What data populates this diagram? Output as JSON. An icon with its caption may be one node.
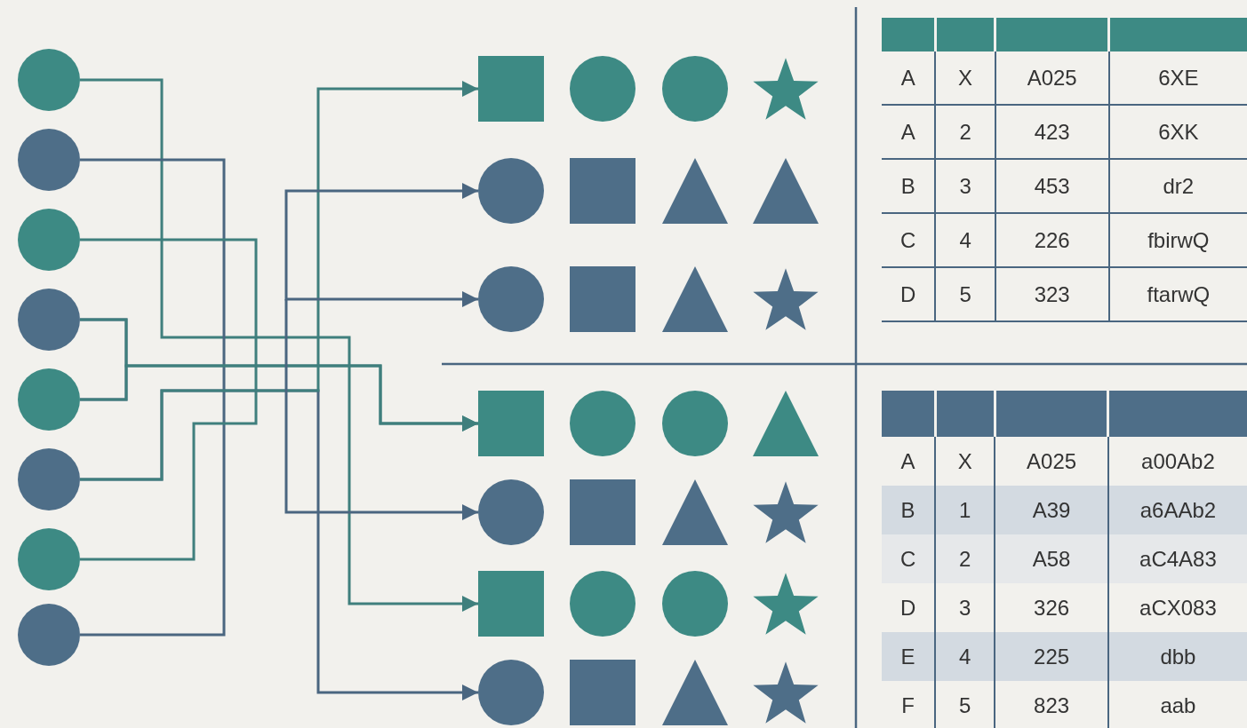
{
  "diagram": {
    "nodes": [
      {
        "text": [],
        "shape": "circle"
      },
      {
        "text": [],
        "shape": "circle"
      },
      {
        "text": [],
        "shape": "circle"
      },
      {
        "text": [],
        "shape": "circle"
      },
      {
        "text": [],
        "shape": "circle"
      },
      {
        "text": [],
        "shape": "circle"
      },
      {
        "text": [],
        "shape": "circle"
      },
      {
        "text": [],
        "shape": "circle"
      },
      {
        "text": [],
        "shape": "box"
      },
      {
        "text": [],
        "shape": "circle"
      },
      {
        "text": [],
        "shape": "circle"
      },
      {
        "text": [],
        "shape": "star"
      },
      {
        "text": [],
        "shape": "circle"
      },
      {
        "text": [],
        "shape": "box"
      },
      {
        "text": [],
        "shape": "triangle"
      },
      {
        "text": [],
        "shape": "triangle"
      },
      {
        "text": [],
        "shape": "circle"
      },
      {
        "text": [],
        "shape": "box"
      },
      {
        "text": [],
        "shape": "triangle"
      },
      {
        "text": [],
        "shape": "star"
      },
      {
        "text": [],
        "shape": "box"
      },
      {
        "text": [],
        "shape": "circle"
      },
      {
        "text": [],
        "shape": "circle"
      },
      {
        "text": [],
        "shape": "triangle"
      },
      {
        "text": [],
        "shape": "circle"
      },
      {
        "text": [],
        "shape": "box"
      },
      {
        "text": [],
        "shape": "triangle"
      },
      {
        "text": [],
        "shape": "star"
      },
      {
        "text": [],
        "shape": "box"
      },
      {
        "text": [],
        "shape": "circle"
      },
      {
        "text": [],
        "shape": "circle"
      },
      {
        "text": [],
        "shape": "star"
      },
      {
        "text": [],
        "shape": "circle"
      },
      {
        "text": [],
        "shape": "box"
      },
      {
        "text": [],
        "shape": "triangle"
      },
      {
        "text": [],
        "shape": "star"
      }
    ],
    "edges": [
      {
        "from": 0,
        "to": 28,
        "arrow": "to"
      },
      {
        "from": 1,
        "to": 7,
        "arrow": "none",
        "color": "#4a6680"
      },
      {
        "from": 2,
        "to": 6,
        "arrow": "none"
      },
      {
        "from": 3,
        "to": 4,
        "arrow": "none",
        "color": "#4a6680"
      },
      {
        "from": 3,
        "to": 20,
        "arrow": "to"
      },
      {
        "from": 4,
        "to": 20,
        "arrow": "to"
      },
      {
        "from": 5,
        "to": 32,
        "arrow": "to",
        "color": "#4a6680"
      },
      {
        "from": 5,
        "to": 8,
        "arrow": "to"
      },
      {
        "from": null,
        "to": 12,
        "arrow": "to",
        "color": "#4a6680"
      },
      {
        "from": null,
        "to": 16,
        "arrow": "to",
        "color": "#4a6680"
      },
      {
        "from": null,
        "to": 24,
        "arrow": "to",
        "color": "#4a6680"
      }
    ],
    "labels": [
      "A",
      "X",
      "A025",
      "6XE",
      "A",
      "2",
      "423",
      "6XK",
      "B",
      "3",
      "453",
      "dr2",
      "C",
      "4",
      "226",
      "fbirwQ",
      "D",
      "5",
      "323",
      "ftarwQ",
      "A",
      "X",
      "A025",
      "a00Ab2",
      "B",
      "1",
      "A39",
      "a6AAb2",
      "C",
      "2",
      "A58",
      "aC4A83",
      "D",
      "3",
      "326",
      "aCX083",
      "E",
      "4",
      "225",
      "dbb",
      "F",
      "5",
      "823",
      "aab"
    ]
  }
}
